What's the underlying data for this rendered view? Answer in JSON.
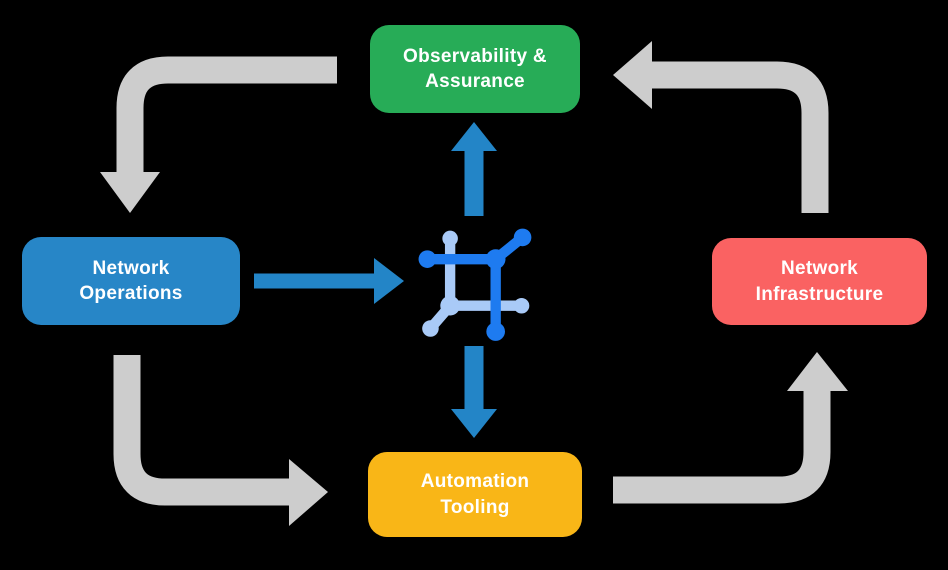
{
  "diagram": {
    "type": "cycle-flow",
    "background": "#000000",
    "nodes": [
      {
        "id": "observability-assurance",
        "label": "Observability & Assurance",
        "color": "#27AC57",
        "position": "top"
      },
      {
        "id": "network-operations",
        "label": "Network Operations",
        "color": "#2786C7",
        "position": "left"
      },
      {
        "id": "network-infrastructure",
        "label": "Network Infrastructure",
        "color": "#FA6262",
        "position": "right"
      },
      {
        "id": "automation-tooling",
        "label": "Automation Tooling",
        "color": "#F9B617",
        "position": "bottom"
      }
    ],
    "center": {
      "icon": "network-automation-icon",
      "icon_color_primary": "#1E7BF0",
      "icon_color_secondary": "#A9CAF7"
    },
    "edges": [
      {
        "from": "observability-assurance",
        "to": "network-operations",
        "color": "#CDCDCD",
        "style": "elbow"
      },
      {
        "from": "network-operations",
        "to": "automation-tooling",
        "color": "#CDCDCD",
        "style": "elbow"
      },
      {
        "from": "automation-tooling",
        "to": "network-infrastructure",
        "color": "#CDCDCD",
        "style": "elbow"
      },
      {
        "from": "network-infrastructure",
        "to": "observability-assurance",
        "color": "#CDCDCD",
        "style": "elbow"
      },
      {
        "from": "network-operations",
        "to": "center-icon",
        "color": "#2385C7",
        "style": "straight"
      },
      {
        "from": "center-icon",
        "to": "observability-assurance",
        "color": "#2385C7",
        "style": "straight"
      },
      {
        "from": "center-icon",
        "to": "automation-tooling",
        "color": "#2385C7",
        "style": "straight"
      }
    ],
    "colors": {
      "arrow_gray": "#CDCDCD",
      "arrow_blue": "#2385C7",
      "text": "#FFFFFF"
    }
  }
}
